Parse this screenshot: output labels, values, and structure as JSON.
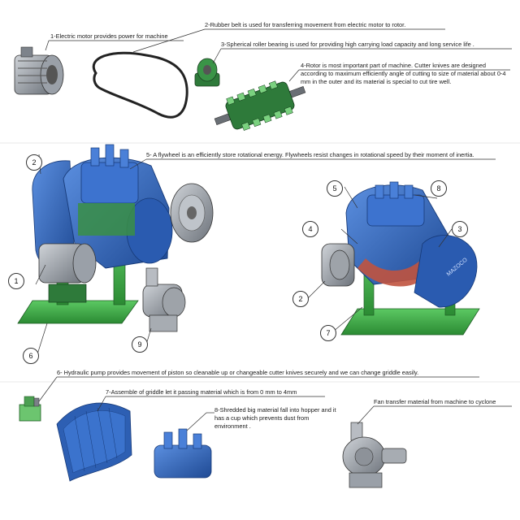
{
  "notes": {
    "n1": "1-Electric motor provides power for machine",
    "n2": "2-Rubber belt is used for transferring movement from electric motor to rotor.",
    "n3": "3-Spherical roller bearing is used for providing high carrying load capacity and long service life .",
    "n4": "4-Rotor is most important part of machine. Cutter knives are designed according to maximum efficiently angle of cutting to size of material about 0-4 mm in the outer and  its material is special to cut tire well.",
    "n5": "5- A flywheel is an efficiently store rotational energy. Flywheels resist changes in rotational speed by their moment of inertia.",
    "n6": "6- Hydraulic pump provides movement of piston so  cleanable up  or changeable cutter knives securely and we can change griddle easily.",
    "n7": "7-Assemble of griddle let it passing material which is from 0 mm to 4mm",
    "n8": "8-Shredded big material fall into hopper and it has a cup which prevents dust from environment  .",
    "n9": "Fan transfer material from machine to cyclone"
  },
  "callouts_left": [
    "2",
    "1",
    "6",
    "9"
  ],
  "callouts_right": [
    "5",
    "8",
    "4",
    "3",
    "2",
    "7"
  ],
  "brand_mark": "MAZOCO",
  "colors": {
    "machine_blue": "#2f63b8",
    "frame_green": "#3aa642",
    "motor_gray": "#8a9098",
    "rotor_green": "#2e7a3a",
    "belt_dark": "#222222"
  }
}
